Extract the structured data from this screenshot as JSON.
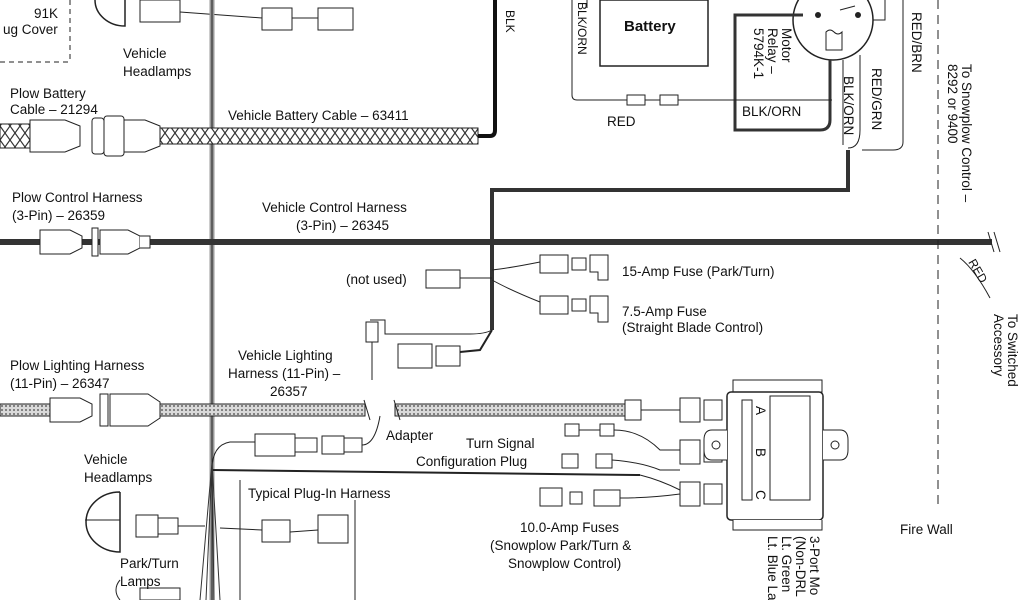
{
  "labels": {
    "top_left_partial_1": "91K",
    "top_left_partial_2": "ug Cover",
    "vehicle_headlamps_top": [
      "Vehicle",
      "Headlamps"
    ],
    "plow_battery_cable": [
      "Plow Battery",
      "Cable – 21294"
    ],
    "vehicle_battery_cable": "Vehicle Battery Cable – 63411",
    "blk_top": "BLK",
    "blk_orn_top": "BLK/ORN",
    "battery": "Battery",
    "motor_relay": [
      "Motor",
      "Relay –",
      "5794K-1"
    ],
    "red_wire": "RED",
    "blk_orn_mid": "BLK/ORN",
    "red_grn": "RED/GRN",
    "blk_orn_vert": "BLK/ORN",
    "red_brn": "RED/BRN",
    "to_snowplow_control": [
      "To Snowplow Control –",
      "8292 or 9400"
    ],
    "plow_control_harness": [
      "Plow Control Harness",
      "(3-Pin) – 26359"
    ],
    "vehicle_control_harness": [
      "Vehicle Control Harness",
      "(3-Pin) – 26345"
    ],
    "not_used": "(not used)",
    "fuse_15": "15-Amp Fuse (Park/Turn)",
    "fuse_75": [
      "7.5-Amp Fuse",
      "(Straight Blade Control)"
    ],
    "red_right": "RED",
    "to_switched_accessory": [
      "To Switched",
      "Accessory"
    ],
    "plow_lighting_harness": [
      "Plow Lighting Harness",
      "(11-Pin) – 26347"
    ],
    "vehicle_lighting_harness": [
      "Vehicle Lighting",
      "Harness (11-Pin) –",
      "26357"
    ],
    "adapter": "Adapter",
    "turn_signal_plug": [
      "Turn Signal",
      "Configuration Plug"
    ],
    "vehicle_headlamps_bottom": [
      "Vehicle",
      "Headlamps"
    ],
    "typical_plug_in": "Typical Plug-In Harness",
    "module_a": "A",
    "module_b": "B",
    "module_c": "C",
    "fuses_10": [
      "10.0-Amp Fuses",
      "(Snowplow Park/Turn &",
      "Snowplow Control)"
    ],
    "park_turn_lamps": [
      "Park/Turn",
      "Lamps"
    ],
    "fire_wall": "Fire Wall",
    "three_port_module": [
      "3-Port Mo",
      "(Non-DRL",
      "Lt. Green",
      "Lt. Blue La"
    ]
  }
}
